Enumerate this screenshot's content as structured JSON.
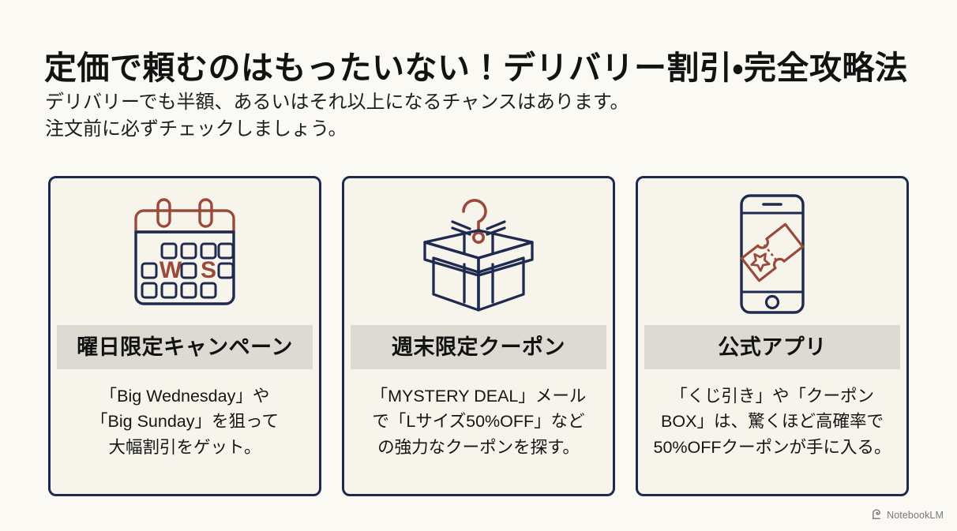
{
  "slide": {
    "background_color": "#fbf9f3",
    "headline": "定価で頼むのはもったいない！デリバリー割引・完全攻略法",
    "subhead_line1": "デリバリーでも半額、あるいはそれ以上になるチャンスはあります。",
    "subhead_line2": "注文前に必ずチェックしましょう。"
  },
  "theme": {
    "navy": "#1e2a4f",
    "rust": "#9a4a3a",
    "band_gray": "#dcdad3",
    "card_bg": "#f7f4ec",
    "text": "#141414"
  },
  "cards": [
    {
      "icon_name": "calendar-icon",
      "icon_letters": [
        "W",
        "S"
      ],
      "title": "曜日限定キャンペーン",
      "body_lines": [
        "「Big Wednesday」や",
        "「Big Sunday」を狙って",
        "大幅割引をゲット。"
      ]
    },
    {
      "icon_name": "mystery-gift-box-icon",
      "title": "週末限定クーポン",
      "body_lines": [
        "「MYSTERY DEAL」メール",
        "で「Lサイズ50%OFF」など",
        "の強力なクーポンを探す。"
      ]
    },
    {
      "icon_name": "smartphone-coupon-icon",
      "title": "公式アプリ",
      "body_lines": [
        "「くじ引き」や「クーポン",
        "BOX」は、驚くほど高確率で",
        "50%OFFクーポンが手に入る。"
      ]
    }
  ],
  "watermark": {
    "icon_name": "notebooklm-icon",
    "label": "NotebookLM"
  }
}
